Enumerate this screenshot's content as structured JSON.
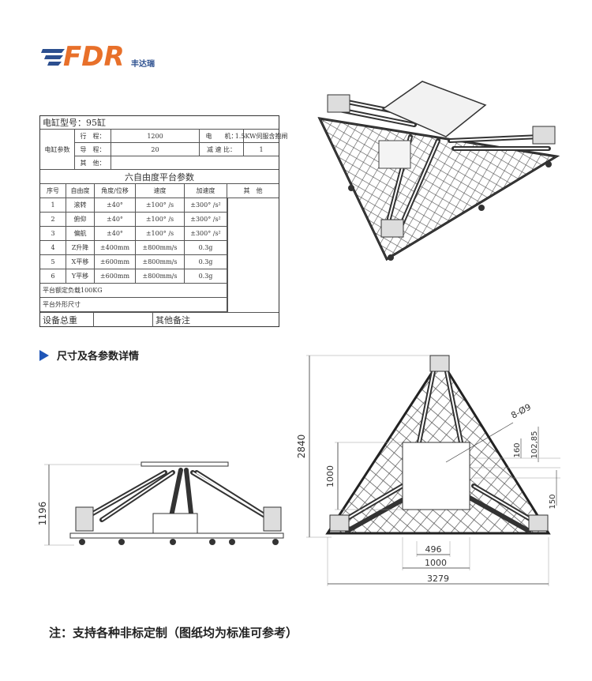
{
  "brand": {
    "logo_text": "FDR",
    "logo_sub": "丰达瑞",
    "accent": "#e8702a",
    "secondary": "#2c4f8f"
  },
  "spec_table": {
    "cylinder_model": "电缸型号：95缸",
    "cylinder_params_label": "电缸参数",
    "rows": [
      {
        "label": "行　程：",
        "value": "1200",
        "label2": "电　　机：",
        "value2": "1.5KW伺服含抱闸"
      },
      {
        "label": "导　程：",
        "value": "20",
        "label2": "减 速 比：",
        "value2": "1"
      },
      {
        "label": "其　他：",
        "value": "",
        "label2": "",
        "value2": ""
      }
    ],
    "platform_title": "六自由度平台参数",
    "headers": [
      "序号",
      "自由度",
      "角度/位移",
      "速度",
      "加速度",
      "其　他"
    ],
    "dof_rows": [
      [
        "1",
        "滚转",
        "±40°",
        "±100° /s",
        "±300° /s²"
      ],
      [
        "2",
        "俯仰",
        "±40°",
        "±100° /s",
        "±300° /s²"
      ],
      [
        "3",
        "偏航",
        "±40°",
        "±100° /s",
        "±300° /s²"
      ],
      [
        "4",
        "Z升降",
        "±400mm",
        "±800mm/s",
        "0.3g"
      ],
      [
        "5",
        "X平移",
        "±600mm",
        "±800mm/s",
        "0.3g"
      ],
      [
        "6",
        "Y平移",
        "±600mm",
        "±800mm/s",
        "0.3g"
      ]
    ],
    "rated_load": "平台额定负载100KG",
    "outer_size": "平台外形尺寸",
    "total_weight": "设备总重",
    "other_notes": "其他备注"
  },
  "section": {
    "title": "尺寸及各参数详情"
  },
  "dimensions": {
    "height": "1196",
    "length": "2840",
    "top_side": "1000",
    "bolt": "8-Ø9",
    "d160": "160",
    "d102": "102,85",
    "d150": "150",
    "d496": "496",
    "d1000": "1000",
    "width": "3279"
  },
  "footer": {
    "note": "注：支持各种非标定制（图纸均为标准可参考）"
  }
}
